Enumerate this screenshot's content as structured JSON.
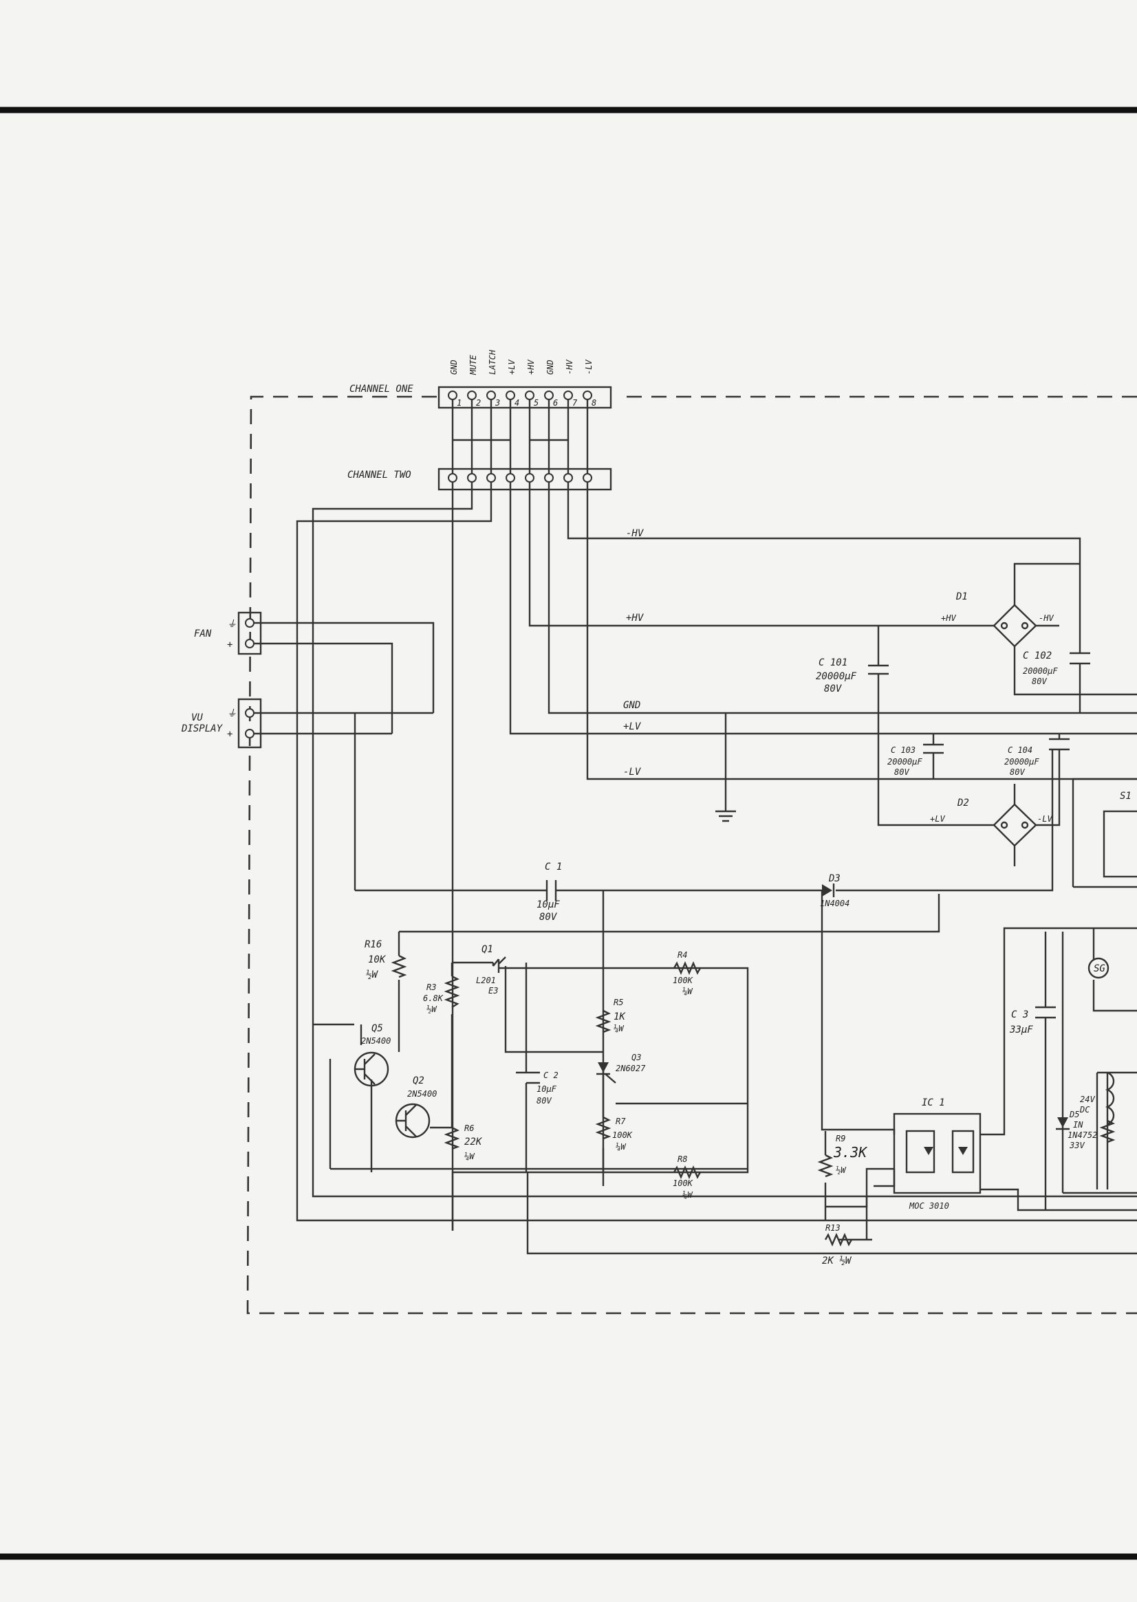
{
  "connector": {
    "channel_one": "CHANNEL ONE",
    "channel_two": "CHANNEL TWO",
    "signals": [
      "GND",
      "MUTE",
      "LATCH",
      "+LV",
      "+HV",
      "GND",
      "-HV",
      "-LV"
    ],
    "pins": [
      "1",
      "2",
      "3",
      "4",
      "5",
      "6",
      "7",
      "8"
    ]
  },
  "terminals": {
    "fan": "FAN",
    "vu_line1": "VU",
    "vu_line2": "DISPLAY"
  },
  "rails": {
    "minus_hv": "-HV",
    "plus_hv": "+HV",
    "gnd": "GND",
    "plus_lv": "+LV",
    "minus_lv": "-LV"
  },
  "components": {
    "d1": "D1",
    "d1_plus": "+HV",
    "d1_minus": "-HV",
    "d2": "D2",
    "d2_plus": "+LV",
    "d2_minus": "-LV",
    "c101": [
      "C 101",
      "20000µF",
      "80V"
    ],
    "c102": [
      "C 102",
      "20000µF",
      "80V"
    ],
    "c103": [
      "C 103",
      "20000µF",
      "80V"
    ],
    "c104": [
      "C 104",
      "20000µF",
      "80V"
    ],
    "c1": [
      "C 1",
      "10µF",
      "80V"
    ],
    "d3": [
      "D3",
      "1N4004"
    ],
    "r16": [
      "R16",
      "10K",
      "½W"
    ],
    "q1": [
      "Q1",
      "L201",
      "E3"
    ],
    "r4": [
      "R4",
      "100K",
      "¼W"
    ],
    "r3": [
      "R3",
      "6.8K",
      "½W"
    ],
    "r5": [
      "R5",
      "1K",
      "¼W"
    ],
    "q5": [
      "Q5",
      "2N5400"
    ],
    "q3": [
      "Q3",
      "2N6027"
    ],
    "q2": [
      "Q2",
      "2N5400"
    ],
    "c2": [
      "C 2",
      "10µF",
      "80V"
    ],
    "r6": [
      "R6",
      "22K",
      "¼W"
    ],
    "r7": [
      "R7",
      "100K",
      "¼W"
    ],
    "r8": [
      "R8",
      "100K",
      "¼W"
    ],
    "r9": [
      "R9",
      "3.3K",
      "½W"
    ],
    "ic1": [
      "IC 1",
      "MOC 3010"
    ],
    "r13": [
      "R13",
      "2K ½W"
    ],
    "c3": [
      "C 3",
      "33µF"
    ],
    "sg": "SG",
    "d5": [
      "D5",
      "IN",
      "1N4752",
      "33V"
    ],
    "coil": [
      "24V",
      "DC"
    ],
    "s1": "S1"
  }
}
